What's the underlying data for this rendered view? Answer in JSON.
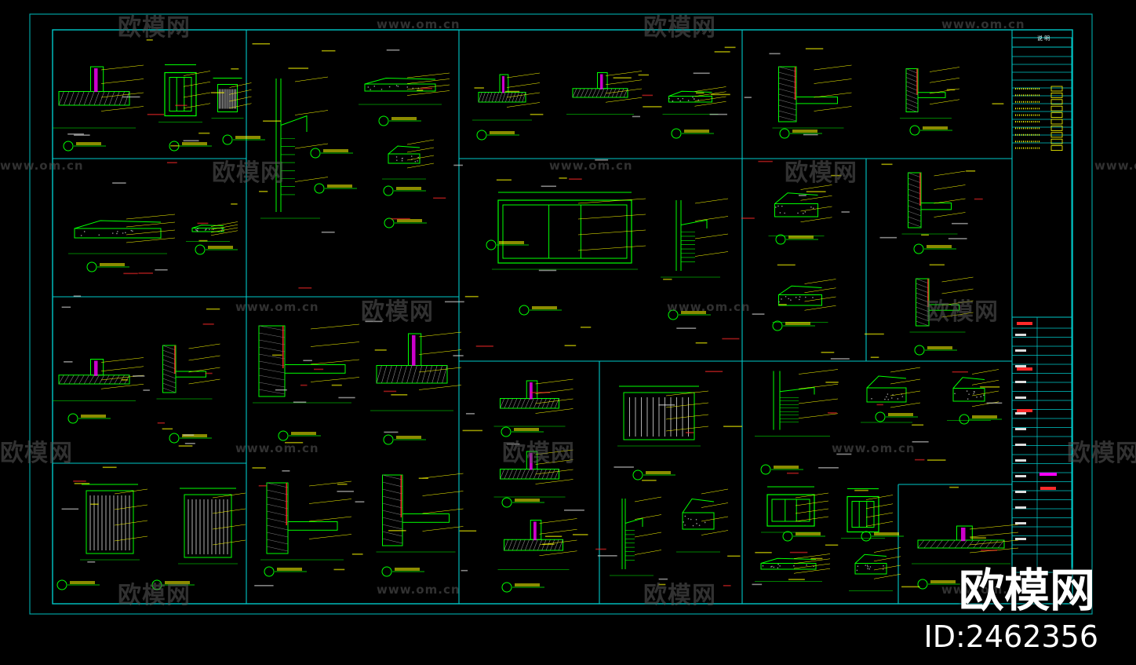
{
  "watermark": {
    "logo_text": "欧模网",
    "url_text": "www.om.cn"
  },
  "brand": {
    "name": "欧模网",
    "id_label": "ID:2462356"
  },
  "notes_panel": {
    "heading": "说  明"
  },
  "colors": {
    "background": "#000000",
    "frame": "#00c8c8",
    "lines": "#00ff00",
    "accent_red": "#ff2a2a",
    "accent_magenta": "#ff00ff",
    "text_yellow": "#ffff00",
    "label_white": "#ffffff"
  }
}
